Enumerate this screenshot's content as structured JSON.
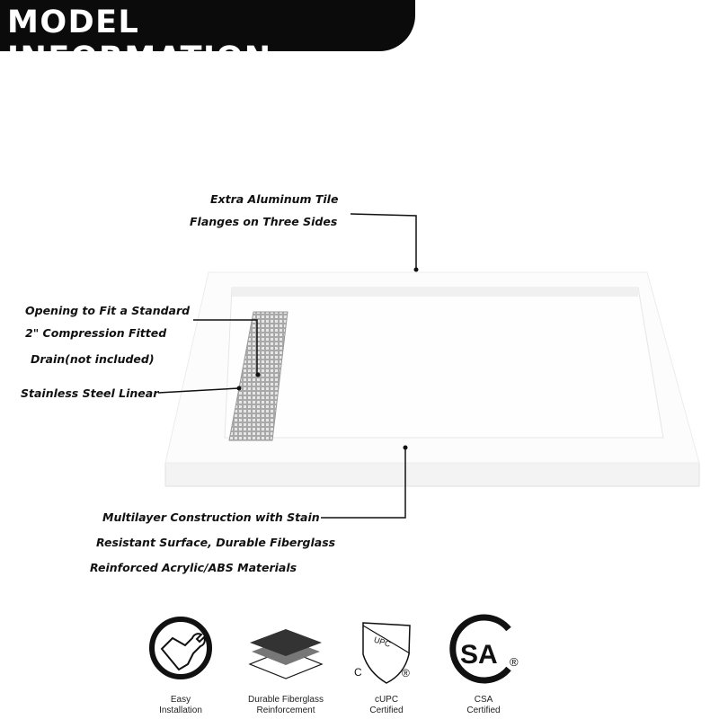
{
  "header": {
    "title": "MODEL INFORMATION"
  },
  "callouts": {
    "flange": [
      "Extra Aluminum Tile",
      "Flanges on Three Sides"
    ],
    "opening": [
      "Opening to Fit a Standard",
      "2\" Compression Fitted",
      "Drain(not included)"
    ],
    "drain": "Stainless Steel Linear",
    "construction": [
      "Multilayer Construction with Stain",
      "Resistant Surface, Durable Fiberglass",
      "Reinforced Acrylic/ABS Materials"
    ]
  },
  "features": [
    {
      "icon": "handshake-wrench-icon",
      "line1": "Easy",
      "line2": "Installation"
    },
    {
      "icon": "layers-icon",
      "line1": "Durable Fiberglass",
      "line2": "Reinforcement"
    },
    {
      "icon": "upc-shield-icon",
      "line1": "cUPC",
      "line2": "Certified",
      "logo_text": "UPC"
    },
    {
      "icon": "csa-logo-icon",
      "line1": "CSA",
      "line2": "Certified",
      "logo_text": "CSA"
    }
  ]
}
